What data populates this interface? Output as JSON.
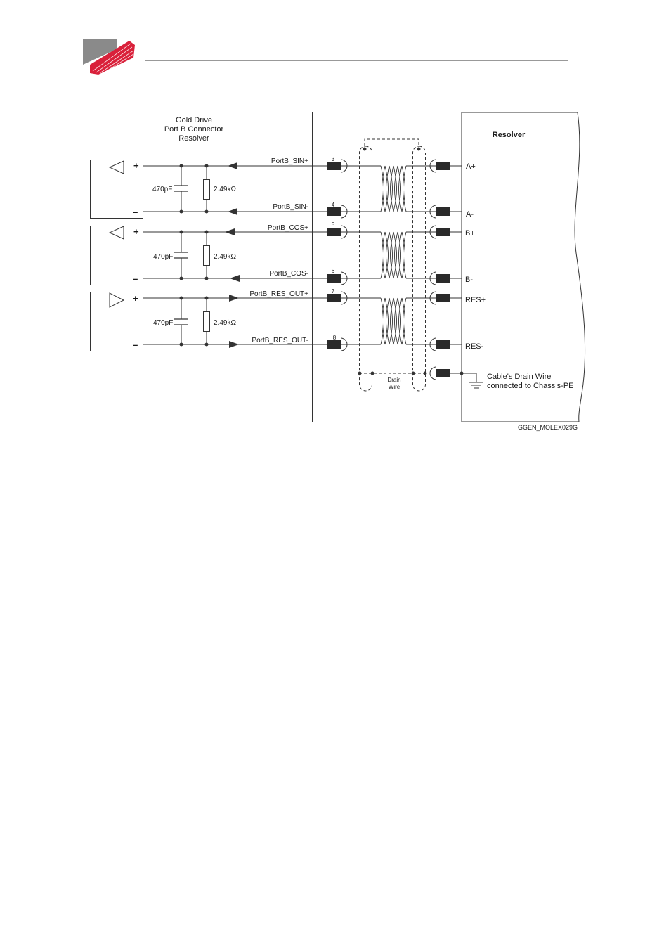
{
  "header": {
    "logo_colors": {
      "gray": "#8a8a8a",
      "red": "#d9203a"
    }
  },
  "drive": {
    "title_lines": [
      "Gold Drive",
      "Port B Connector",
      "Resolver"
    ]
  },
  "resolver": {
    "title": "Resolver"
  },
  "channels": [
    {
      "signal_pos": "PortB_SIN+",
      "signal_neg": "PortB_SIN-",
      "pin_pos": "3",
      "pin_neg": "4",
      "cap": "470pF",
      "res": "2.49kΩ",
      "term_pos": "A+",
      "term_neg": "A-",
      "direction": "in",
      "pos_sign": "+",
      "neg_sign": "–"
    },
    {
      "signal_pos": "PortB_COS+",
      "signal_neg": "PortB_COS-",
      "pin_pos": "5",
      "pin_neg": "6",
      "cap": "470pF",
      "res": "2.49kΩ",
      "term_pos": "B+",
      "term_neg": "B-",
      "direction": "in",
      "pos_sign": "+",
      "neg_sign": "–"
    },
    {
      "signal_pos": "PortB_RES_OUT+",
      "signal_neg": "PortB_RES_OUT-",
      "pin_pos": "7",
      "pin_neg": "8",
      "cap": "470pF",
      "res": "2.49kΩ",
      "term_pos": "RES+",
      "term_neg": "RES-",
      "direction": "out",
      "pos_sign": "+",
      "neg_sign": "–"
    }
  ],
  "drain": {
    "label_lines": [
      "Drain",
      "Wire"
    ],
    "ground_note_lines": [
      "Cable's Drain Wire",
      "connected to Chassis-PE"
    ]
  },
  "figure_id": "GGEN_MOLEX029G"
}
